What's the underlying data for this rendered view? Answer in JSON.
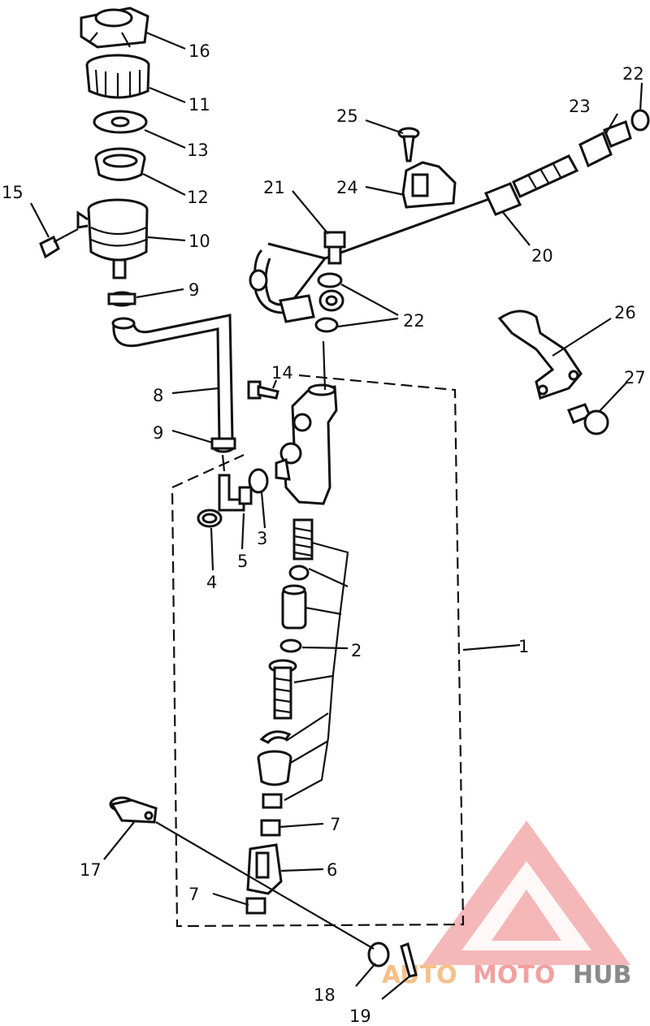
{
  "callouts": [
    {
      "id": "c1",
      "text": "1"
    },
    {
      "id": "c2",
      "text": "2"
    },
    {
      "id": "c3",
      "text": "3"
    },
    {
      "id": "c4",
      "text": "4"
    },
    {
      "id": "c5",
      "text": "5"
    },
    {
      "id": "c6",
      "text": "6"
    },
    {
      "id": "c7a",
      "text": "7"
    },
    {
      "id": "c7b",
      "text": "7"
    },
    {
      "id": "c8",
      "text": "8"
    },
    {
      "id": "c9a",
      "text": "9"
    },
    {
      "id": "c9b",
      "text": "9"
    },
    {
      "id": "c10",
      "text": "10"
    },
    {
      "id": "c11",
      "text": "11"
    },
    {
      "id": "c12",
      "text": "12"
    },
    {
      "id": "c13",
      "text": "13"
    },
    {
      "id": "c14",
      "text": "14"
    },
    {
      "id": "c15",
      "text": "15"
    },
    {
      "id": "c16",
      "text": "16"
    },
    {
      "id": "c17",
      "text": "17"
    },
    {
      "id": "c18",
      "text": "18"
    },
    {
      "id": "c19",
      "text": "19"
    },
    {
      "id": "c20",
      "text": "20"
    },
    {
      "id": "c21",
      "text": "21"
    },
    {
      "id": "c22a",
      "text": "22"
    },
    {
      "id": "c22b",
      "text": "22"
    },
    {
      "id": "c23",
      "text": "23"
    },
    {
      "id": "c24",
      "text": "24"
    },
    {
      "id": "c25",
      "text": "25"
    },
    {
      "id": "c26",
      "text": "26"
    },
    {
      "id": "c27",
      "text": "27"
    }
  ],
  "watermark": {
    "part1": "AUTO",
    "part2": "MOTO",
    "part3": "HUB",
    "color_main": "#f08080",
    "color_light": "#f5b5b5",
    "color_dark": "#8a8a8a"
  }
}
